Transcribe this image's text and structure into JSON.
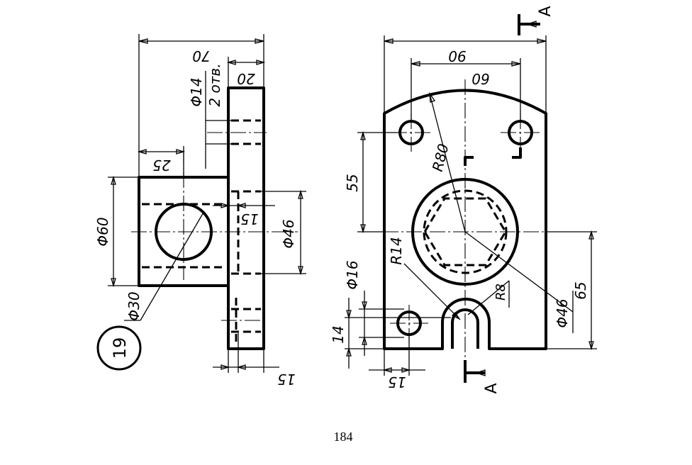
{
  "drawing": {
    "part_number": "19",
    "page_number": "184",
    "section_label_top": "A",
    "section_label_bottom": "A",
    "side_view": {
      "dim_overall_width": "70",
      "dim_flange_thickness": "20",
      "dim_hole_diameter": "Φ14",
      "dim_hole_note": "2 отв.",
      "dim_boss_length": "25",
      "dim_boss_diameter": "Φ60",
      "dim_bore_diameter": "Φ30",
      "dim_recess_depth": "15",
      "dim_recess_diameter": "Φ46",
      "dim_bottom_offset": "15"
    },
    "front_view": {
      "dim_overall_width": "90",
      "dim_hole_spacing": "60",
      "dim_radius_top": "R80",
      "dim_height_upper": "55",
      "dim_height_lower": "65",
      "dim_radius_slot": "R14",
      "dim_radius_slot_inner": "R8",
      "dim_small_hole_diameter": "Φ16",
      "dim_hole_height": "14",
      "dim_circle_diameter": "Φ46",
      "dim_hole_edge_offset": "15"
    }
  }
}
